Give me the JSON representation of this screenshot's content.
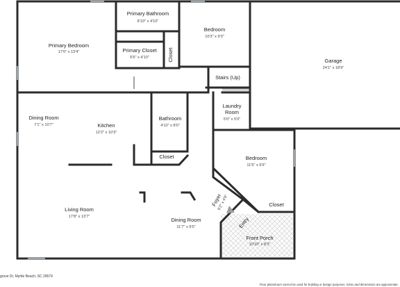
{
  "rooms": {
    "primary_bathroom": {
      "name": "Primary Bathroom",
      "dims": "8'10\" x 4'10\""
    },
    "primary_bedroom": {
      "name": "Primary Bedroom",
      "dims": "17'0\" x 13'4\""
    },
    "primary_closet": {
      "name": "Primary Closet",
      "dims": "6'6\" x 4'10\""
    },
    "bedroom_1": {
      "name": "Bedroom",
      "dims": "10'3\" x 9'3\""
    },
    "closet_1": {
      "name": "Closet"
    },
    "stairs": {
      "name": "Stairs (Up)"
    },
    "garage": {
      "name": "Garage",
      "dims": "24'1\" x 18'9\""
    },
    "laundry": {
      "name_line1": "Laundry",
      "name_line2": "Room",
      "dims": "5'0\" x 5'0\""
    },
    "dining_room_1": {
      "name": "Dining Room",
      "dims": "7'1\" x 10'7\""
    },
    "kitchen": {
      "name": "Kitchen",
      "dims": "12'2\" x 10'3\""
    },
    "bathroom": {
      "name": "Bathroom",
      "dims": "4'10\" x 8'0\""
    },
    "closet_2": {
      "name": "Closet"
    },
    "bedroom_2": {
      "name": "Bedroom",
      "dims": "11'5\" x 9'6\""
    },
    "foyer": {
      "name": "Foyer",
      "dims": "6'2\" x 4'9\""
    },
    "closet_3": {
      "name": "Closet"
    },
    "living_room": {
      "name": "Living Room",
      "dims": "17'8\" x 13'7\""
    },
    "dining_room_2": {
      "name": "Dining Room",
      "dims": "11'7\" x 9'5\""
    },
    "entry": {
      "name": "Entry"
    },
    "front_porch": {
      "name": "Front Porch",
      "dims": "10'10\" x 8'3\""
    }
  },
  "footer": {
    "address": "grove Dr, Myrtle Beach, SC 29579",
    "disclaimer": "Floor plans/tours cannot be used for building or design purposes. Sizes and dimensions are approximate."
  },
  "colors": {
    "wall": "#2b2b2b",
    "window": "#cfd8dc",
    "porch_tile": "#bdbdbd",
    "arrow": "#9e9e9e"
  }
}
